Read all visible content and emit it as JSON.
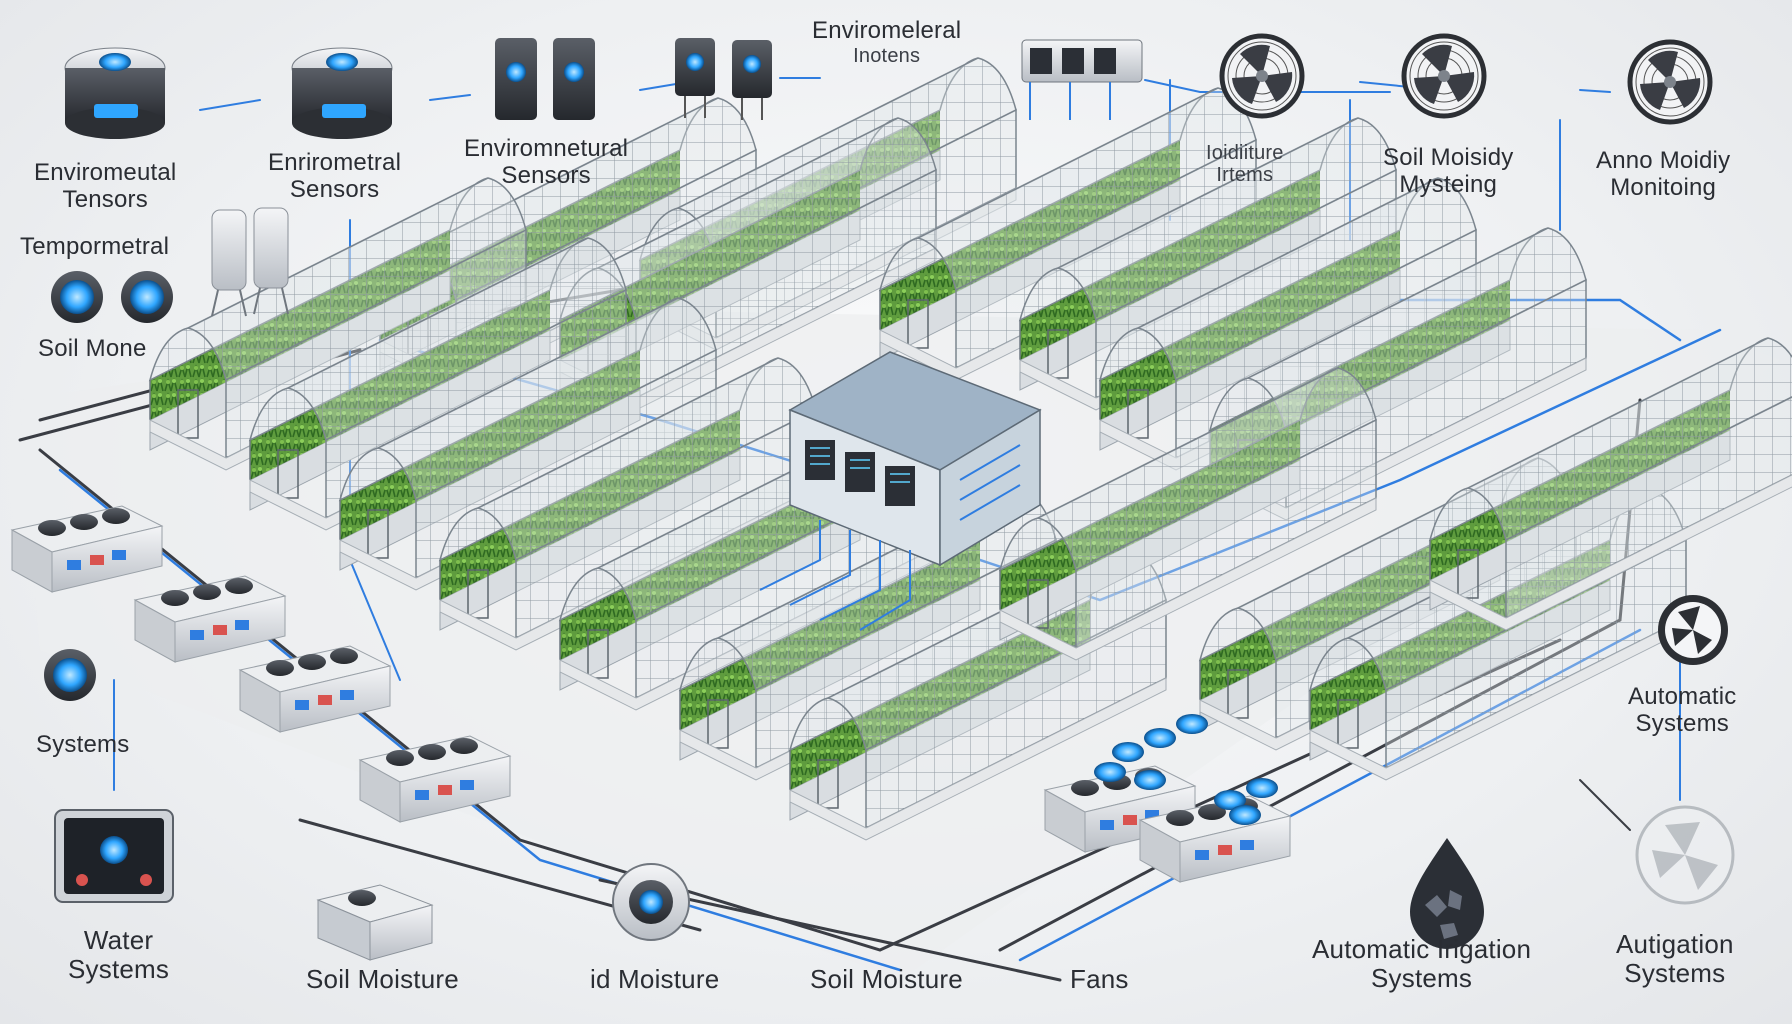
{
  "labels": {
    "env_tensors": [
      "Enviromeutal",
      "Tensors"
    ],
    "enri_sensors": [
      "Enrirometral",
      "Sensors"
    ],
    "envir_sensors": [
      "Enviromnetural",
      "Sensors"
    ],
    "top_env": [
      "Enviromeleral",
      "Inotens"
    ],
    "moisture_systems": [
      "Ioidiiture",
      "Irtems"
    ],
    "soil_moisidy": [
      "Soil Moisidy",
      "Mysteing"
    ],
    "anno_monitoring": [
      "Anno Moidiy",
      "Monitoing"
    ],
    "temporal": "Tempormetral",
    "soil_mone": "Soil Mone",
    "systems_left": "Systems",
    "automatic_systems": [
      "Automatic",
      "Systems"
    ],
    "water_systems": [
      "Water",
      "Systems"
    ],
    "soil_moisture_1": "Soil Moisture",
    "id_moisture": "id Moisture",
    "soil_moisture_2": "Soil Moisture",
    "fans": "Fans",
    "auto_irrigation": [
      "Automatic Irigation",
      "Systems"
    ],
    "autigation": [
      "Autigation",
      "Systems"
    ]
  },
  "icons": {
    "top_sensors": [
      "sensor-dome-icon",
      "sensor-dome-icon",
      "sensor-box-icon",
      "sensor-box-icon",
      "meter-panel-icon"
    ],
    "top_fans": [
      "fan-icon",
      "fan-icon",
      "fan-icon"
    ],
    "left_sensors": [
      "gauge-icon",
      "gauge-icon",
      "tank-icon"
    ],
    "control_units": [
      "control-unit-icon",
      "control-unit-icon",
      "control-unit-icon",
      "control-unit-icon"
    ],
    "bottom_devices": [
      "tablet-icon",
      "soil-sensor-icon",
      "moisture-sensor-icon",
      "water-drop-icon",
      "round-fan-icon"
    ]
  },
  "colors": {
    "pipe_blue": "#2f7de0",
    "cable_dark": "#3a3d44",
    "glass": "#d8e2e8",
    "plants": "#4e8a34",
    "accent_led": "#2fa6ff"
  }
}
